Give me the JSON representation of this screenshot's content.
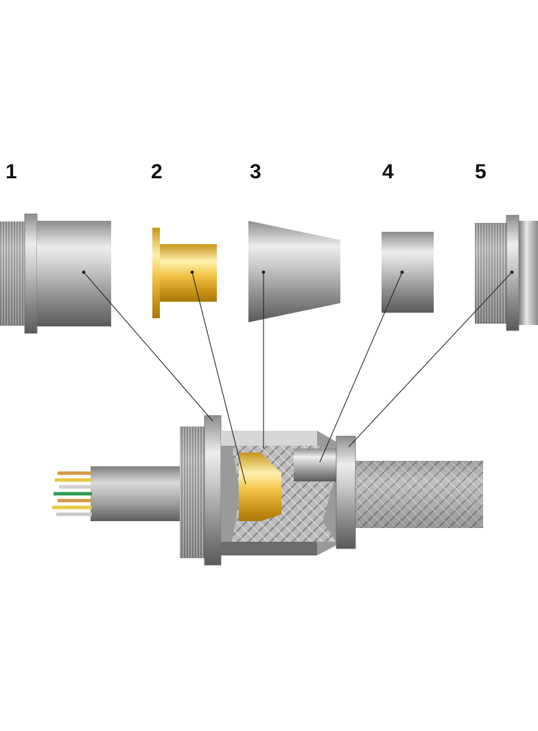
{
  "labels": [
    "1",
    "2",
    "3",
    "4",
    "5"
  ],
  "colors": {
    "metal_light": "#f2f2f2",
    "metal_mid": "#b9b9b9",
    "metal_dark": "#555555",
    "brass_light": "#fff1b0",
    "brass_mid": "#f2c245",
    "brass_dark": "#a8780a",
    "leader": "#222222",
    "wire_green": "#2f9a52",
    "wire_yellow": "#e6c840",
    "wire_copper": "#d49a4a"
  }
}
